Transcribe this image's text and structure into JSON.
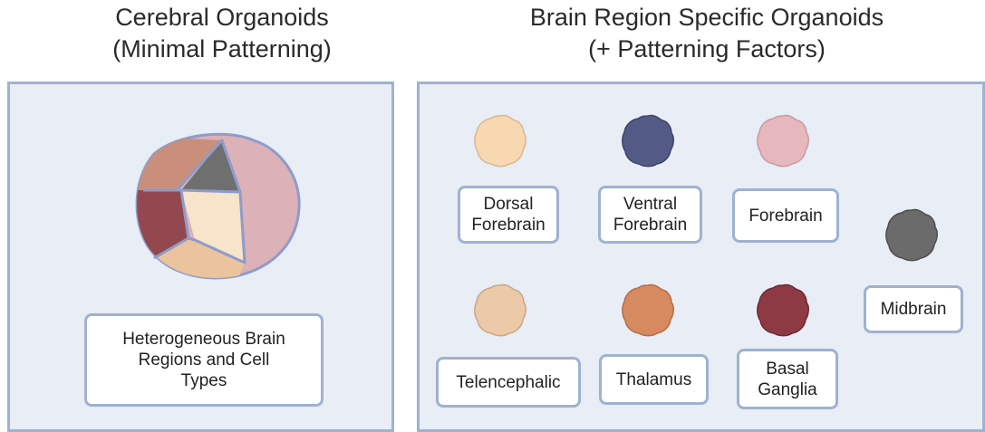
{
  "left_panel": {
    "title": "Cerebral Organoids\n(Minimal Patterning)",
    "caption": "Heterogeneous Brain\nRegions and Cell\nTypes"
  },
  "right_panel": {
    "title": "Brain Region Specific Organoids\n(+ Patterning Factors)",
    "organoids": [
      {
        "label": "Dorsal\nForebrain",
        "color": "#f8d8b0"
      },
      {
        "label": "Ventral\nForebrain",
        "color": "#525a85"
      },
      {
        "label": "Forebrain",
        "color": "#e6b8bd"
      },
      {
        "label": "Midbrain",
        "color": "#6b6b6b"
      },
      {
        "label": "Telencephalic",
        "color": "#ecc9a8"
      },
      {
        "label": "Thalamus",
        "color": "#d78a60"
      },
      {
        "label": "Basal\nGanglia",
        "color": "#8e3a45"
      }
    ]
  },
  "colors": {
    "panel_fill": "#e8edf6",
    "panel_border": "#9fb2cf",
    "label_border": "#9fb2cf"
  }
}
